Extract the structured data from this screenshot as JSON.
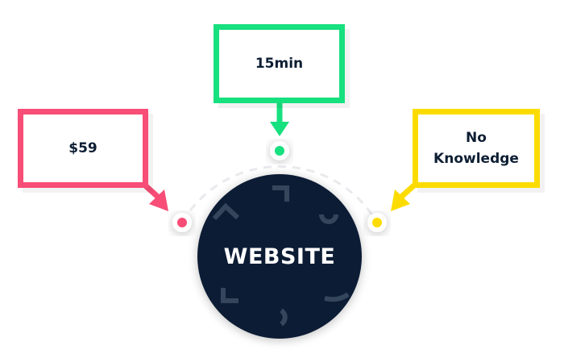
{
  "center": {
    "label": "WEBSITE",
    "color": "#0c1e34"
  },
  "nodes": [
    {
      "id": "price",
      "label": "$59",
      "color": "#f74d76"
    },
    {
      "id": "time",
      "label": "15min",
      "color": "#17e07e"
    },
    {
      "id": "knowledge",
      "label_line1": "No",
      "label_line2": "Knowledge",
      "color": "#fcdc00"
    }
  ],
  "colors": {
    "text": "#0d1e33",
    "arc": "#e6e8eb",
    "background": "#ffffff"
  }
}
